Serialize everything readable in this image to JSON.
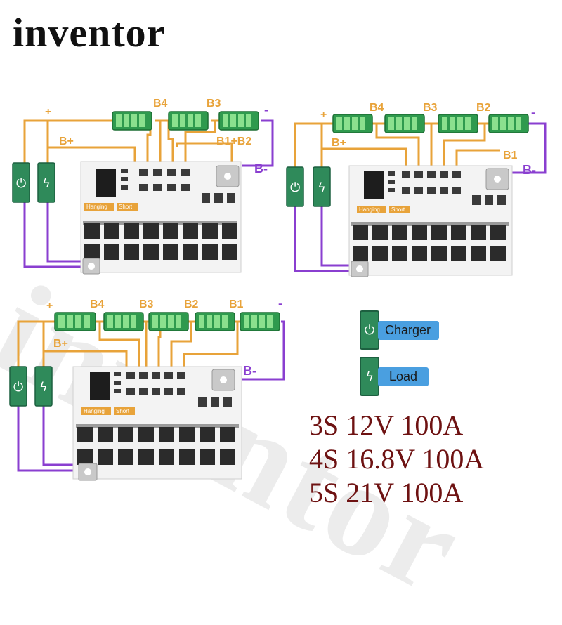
{
  "brand": {
    "name": "inventor",
    "watermark": "inventor"
  },
  "diagrams": [
    {
      "id": "3s",
      "labels": {
        "plus": "+",
        "minus": "-",
        "bplus": "B+",
        "bminus": "B-",
        "b4": "B4",
        "b3": "B3",
        "b1b2": "B1+B2"
      },
      "board_tags": {
        "hanging": "Hanging",
        "short": "Short"
      }
    },
    {
      "id": "4s",
      "labels": {
        "plus": "+",
        "minus": "-",
        "bplus": "B+",
        "bminus": "B-",
        "b4": "B4",
        "b3": "B3",
        "b2": "B2",
        "b1": "B1"
      },
      "board_tags": {
        "hanging": "Hanging",
        "short": "Short"
      }
    },
    {
      "id": "5s",
      "labels": {
        "plus": "+",
        "minus": "-",
        "bplus": "B+",
        "bminus": "B-",
        "b4": "B4",
        "b3": "B3",
        "b2": "B2",
        "b1": "B1"
      },
      "board_tags": {
        "hanging": "Hanging",
        "short": "Short"
      }
    }
  ],
  "legend": {
    "charger": {
      "label": "Charger",
      "icon": "plug-icon"
    },
    "load": {
      "label": "Load",
      "icon": "lightning-icon"
    }
  },
  "specs": [
    "3S 12V 100A",
    "4S 16.8V 100A",
    "5S 21V 100A"
  ],
  "colors": {
    "wire_positive": "#e8a33a",
    "wire_negative": "#8a3fd0",
    "battery_green": "#2f9a4e",
    "legend_pill": "#4a9fe0",
    "spec_text": "#6e1212"
  }
}
